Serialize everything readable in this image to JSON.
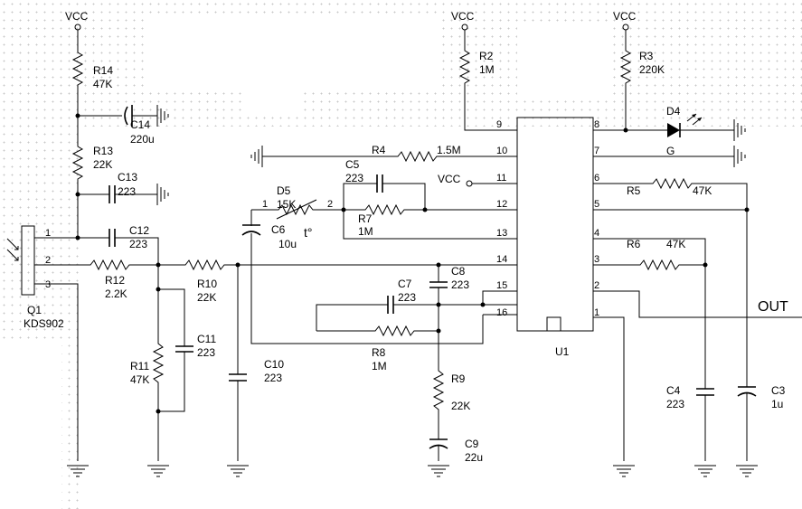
{
  "supply": {
    "vcc": "VCC"
  },
  "components": {
    "r14": {
      "ref": "R14",
      "value": "47K"
    },
    "r13": {
      "ref": "R13",
      "value": "22K"
    },
    "r12": {
      "ref": "R12",
      "value": "2.2K"
    },
    "r11": {
      "ref": "R11",
      "value": "47K"
    },
    "r10": {
      "ref": "R10",
      "value": "22K"
    },
    "r2": {
      "ref": "R2",
      "value": "1M"
    },
    "r3": {
      "ref": "R3",
      "value": "220K"
    },
    "r4": {
      "ref": "R4",
      "value": "1.5M"
    },
    "r5": {
      "ref": "R5",
      "value": "47K"
    },
    "r6": {
      "ref": "R6",
      "value": "47K"
    },
    "r7": {
      "ref": "R7",
      "value": "1M"
    },
    "r8": {
      "ref": "R8",
      "value": "1M"
    },
    "r9": {
      "ref": "R9",
      "value": "22K"
    },
    "c14": {
      "ref": "C14",
      "value": "220u"
    },
    "c13": {
      "ref": "C13",
      "value": "223"
    },
    "c12": {
      "ref": "C12",
      "value": "223"
    },
    "c11": {
      "ref": "C11",
      "value": "223"
    },
    "c10": {
      "ref": "C10",
      "value": "223"
    },
    "c6": {
      "ref": "C6",
      "value": "10u"
    },
    "c5": {
      "ref": "C5",
      "value": "223"
    },
    "c7": {
      "ref": "C7",
      "value": "223"
    },
    "c8": {
      "ref": "C8",
      "value": "223"
    },
    "c9": {
      "ref": "C9",
      "value": "22u"
    },
    "c4": {
      "ref": "C4",
      "value": "223"
    },
    "c3": {
      "ref": "C3",
      "value": "1u"
    },
    "d5": {
      "ref": "D5",
      "value": "15K",
      "pin1": "1",
      "pin2": "2",
      "symbol": "t°"
    },
    "d4": {
      "ref": "D4",
      "value": "G"
    },
    "q1": {
      "ref": "Q1",
      "value": "KDS902",
      "pin1": "1",
      "pin2": "2",
      "pin3": "3"
    },
    "u1": {
      "ref": "U1"
    }
  },
  "u1_pins": {
    "left": [
      "9",
      "10",
      "11",
      "12",
      "13",
      "14",
      "15",
      "16"
    ],
    "right": [
      "8",
      "7",
      "6",
      "5",
      "4",
      "3",
      "2",
      "1"
    ]
  },
  "output": {
    "label": "OUT"
  }
}
